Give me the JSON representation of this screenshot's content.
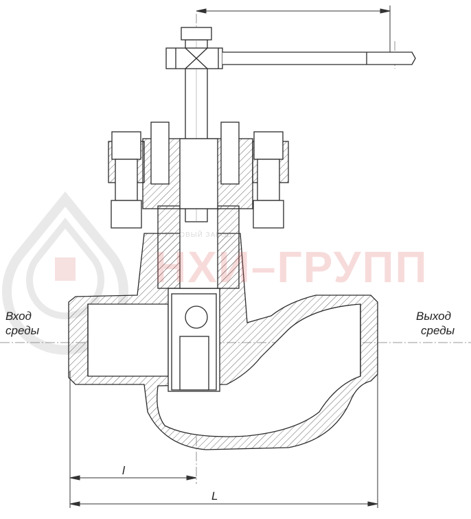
{
  "labels": {
    "inlet_line1": "Вход",
    "inlet_line2": "среды",
    "outlet_line1": "Выход",
    "outlet_line2": "среды",
    "dim_small": "l",
    "dim_total": "L"
  },
  "watermark": {
    "brand": "НХИ–ГРУПП",
    "tagline": "ГОТОВЫЙ ЗАВОД"
  },
  "colors": {
    "line": "#2a2a2a",
    "hatch": "#555555",
    "watermark": "#d85a5a"
  }
}
